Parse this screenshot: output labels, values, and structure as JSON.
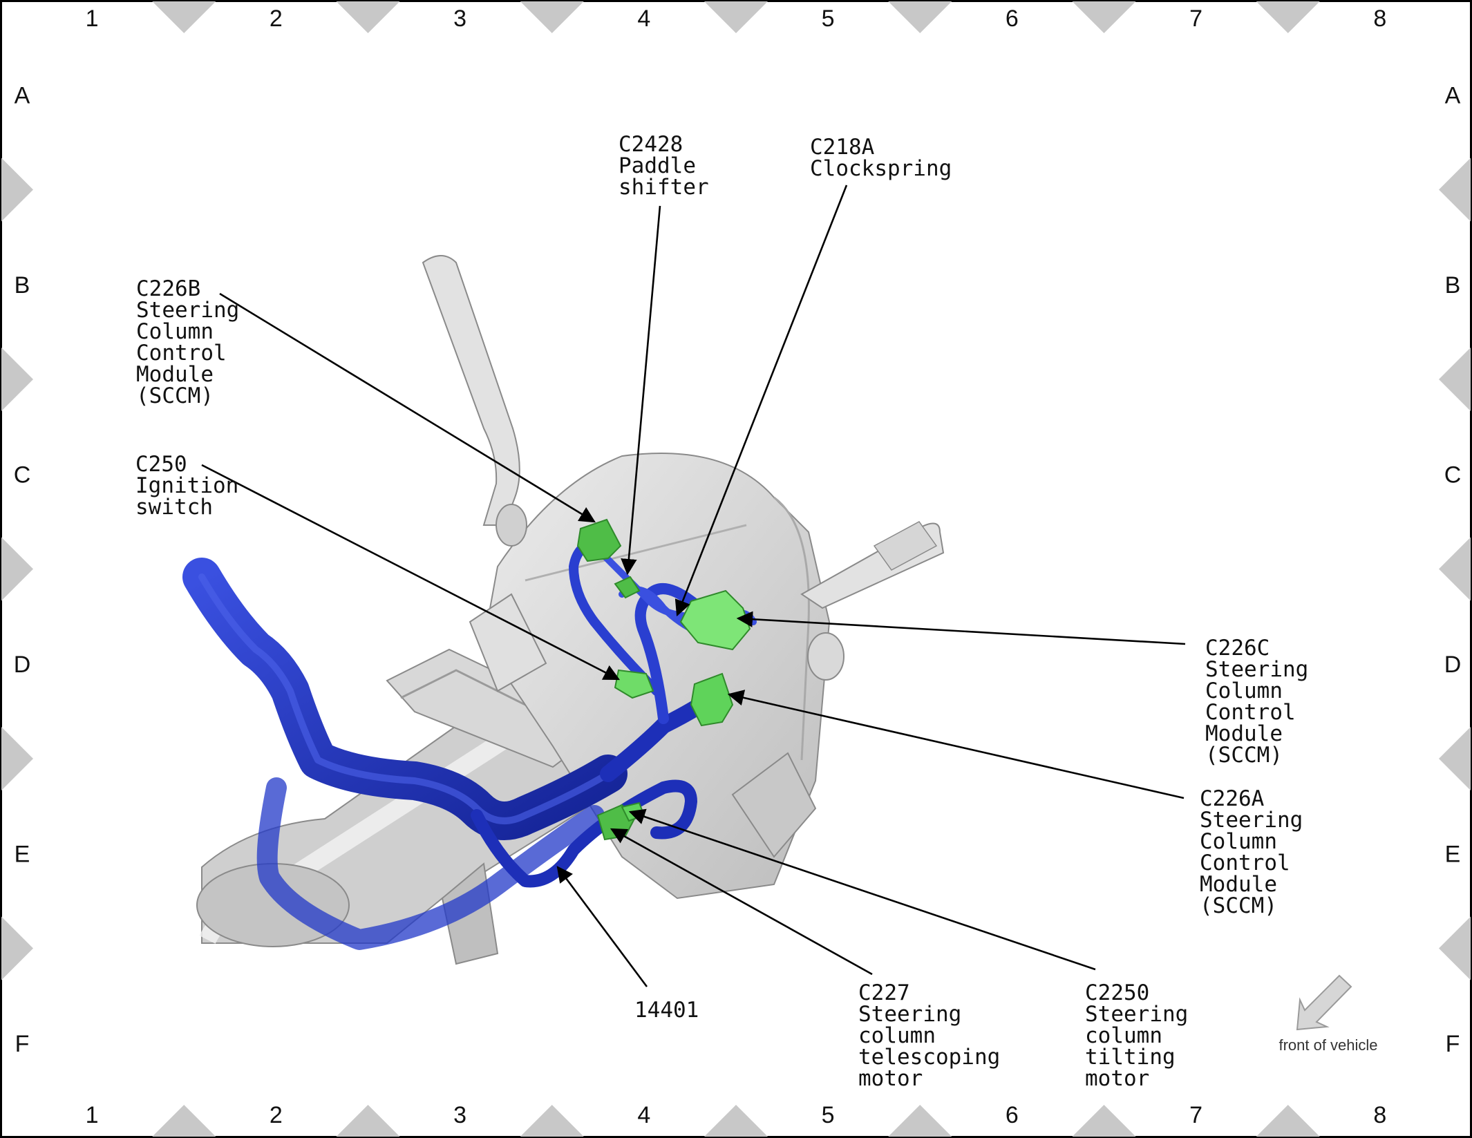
{
  "grid": {
    "columns": [
      "1",
      "2",
      "3",
      "4",
      "5",
      "6",
      "7",
      "8"
    ],
    "rows": [
      "A",
      "B",
      "C",
      "D",
      "E",
      "F"
    ]
  },
  "callouts": [
    {
      "id": "c2428",
      "lines": [
        "C2428",
        "Paddle",
        "shifter"
      ]
    },
    {
      "id": "c218a",
      "lines": [
        "C218A",
        "Clockspring"
      ]
    },
    {
      "id": "c226b",
      "lines": [
        "C226B",
        "Steering",
        "Column",
        "Control",
        "Module",
        "(SCCM)"
      ]
    },
    {
      "id": "c250",
      "lines": [
        "C250",
        "Ignition",
        "switch"
      ]
    },
    {
      "id": "c226c",
      "lines": [
        "C226C",
        "Steering",
        "Column",
        "Control",
        "Module",
        "(SCCM)"
      ]
    },
    {
      "id": "c226a",
      "lines": [
        "C226A",
        "Steering",
        "Column",
        "Control",
        "Module",
        "(SCCM)"
      ]
    },
    {
      "id": "p14401",
      "lines": [
        "14401"
      ]
    },
    {
      "id": "c227",
      "lines": [
        "C227",
        "Steering",
        "column",
        "telescoping",
        "motor"
      ]
    },
    {
      "id": "c2250",
      "lines": [
        "C2250",
        "Steering",
        "column",
        "tilting",
        "motor"
      ]
    }
  ],
  "front_of_vehicle": "front of vehicle",
  "colors": {
    "harness": "#1d2fb8",
    "connector": "#5fd35a",
    "component": "#d4d4d4",
    "marker": "#c8c8c8"
  }
}
